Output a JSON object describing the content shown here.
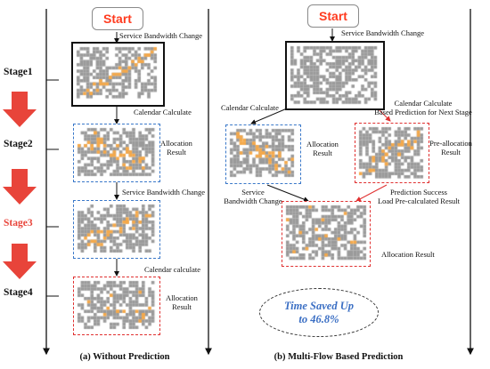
{
  "start_label": "Start",
  "stages": [
    "Stage1",
    "Stage2",
    "Stage3",
    "Stage4"
  ],
  "left": {
    "service_bandwidth_change_1": "Service Bandwidth Change",
    "calendar_calculate": "Calendar Calculate",
    "allocation_result_1": "Allocation\nResult",
    "service_bandwidth_change_2": "Service Bandwidth Change",
    "calendar_calculate_2": "Calendar calculate",
    "allocation_result_2": "Allocation\nResult",
    "caption": "(a) Without Prediction"
  },
  "right": {
    "service_bandwidth_change": "Service Bandwidth Change",
    "calendar_calculate": "Calendar Calculate",
    "calendar_calculate_prediction": "Calendar Calculate\nBased Prediction for Next Stage",
    "allocation_result": "Allocation\nResult",
    "pre_allocation_result": "Pre-allocation\nResult",
    "service_bandwidth_change_2": "Service\nBandwidth Change",
    "prediction_success": "Prediction Success\nLoad Pre-calculated Result",
    "allocation_result_final": "Allocation Result",
    "time_saved": "Time Saved Up\nto 46.8%",
    "caption": "(b) Multi-Flow Based Prediction"
  },
  "colors": {
    "start_text": "#ff3b1f",
    "stage_arrow": "#e8443a",
    "stage3_text": "#e8443a",
    "blue_frame": "#3a78c9",
    "red_frame": "#e03030",
    "time_saved_text": "#3b6fc4",
    "grid_gray": "#9a9a9a",
    "grid_orange": "#f5a94a"
  }
}
